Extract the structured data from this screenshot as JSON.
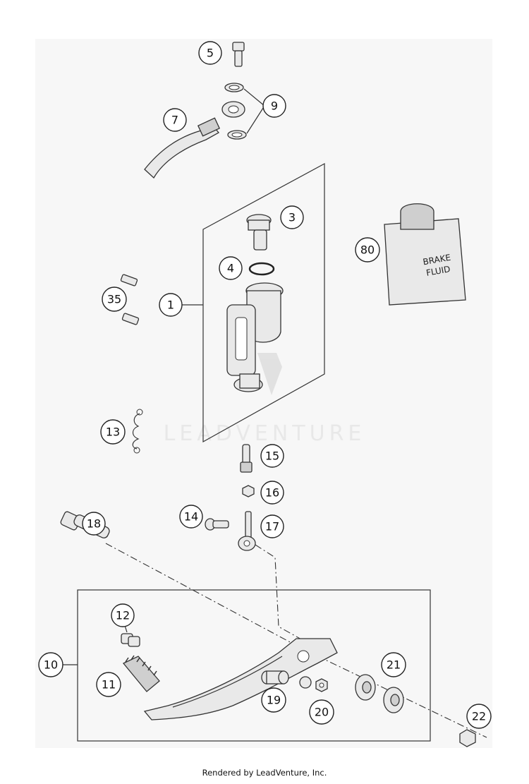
{
  "callouts": [
    {
      "id": "c5",
      "label": "5"
    },
    {
      "id": "c9",
      "label": "9"
    },
    {
      "id": "c7",
      "label": "7"
    },
    {
      "id": "c3",
      "label": "3"
    },
    {
      "id": "c80",
      "label": "80"
    },
    {
      "id": "c4",
      "label": "4"
    },
    {
      "id": "c35",
      "label": "35"
    },
    {
      "id": "c1",
      "label": "1"
    },
    {
      "id": "c13",
      "label": "13"
    },
    {
      "id": "c15",
      "label": "15"
    },
    {
      "id": "c16",
      "label": "16"
    },
    {
      "id": "c14",
      "label": "14"
    },
    {
      "id": "c17",
      "label": "17"
    },
    {
      "id": "c18",
      "label": "18"
    },
    {
      "id": "c12",
      "label": "12"
    },
    {
      "id": "c10",
      "label": "10"
    },
    {
      "id": "c11",
      "label": "11"
    },
    {
      "id": "c21",
      "label": "21"
    },
    {
      "id": "c19",
      "label": "19"
    },
    {
      "id": "c20",
      "label": "20"
    },
    {
      "id": "c22",
      "label": "22"
    }
  ],
  "bottle_label": {
    "line1": "BRAKE",
    "line2": "FLUID"
  },
  "watermark": "LEADVENTURE",
  "footer": "Rendered by LeadVenture, Inc."
}
